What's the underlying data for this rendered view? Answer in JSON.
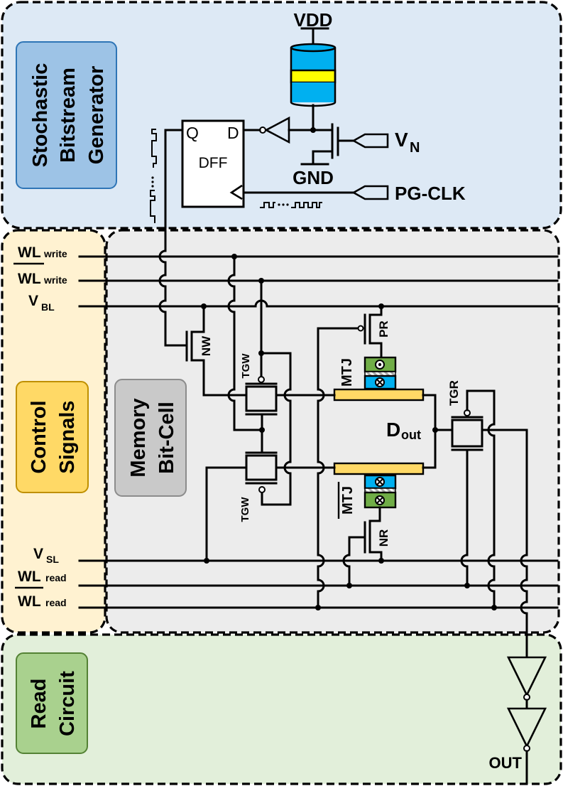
{
  "title": "Stochastic computing memory cell schematic",
  "regions": {
    "generator": {
      "label_lines": [
        "Stochastic",
        "Bitstream",
        "Generator"
      ],
      "bg": "#dde9f5",
      "label_bg": "#9dc3e6",
      "label_border": "#2e75b6"
    },
    "control": {
      "label_lines": [
        "Control",
        "Signals"
      ],
      "bg": "#fff2d1",
      "label_bg": "#ffd966",
      "label_border": "#bf9000"
    },
    "memory": {
      "label_lines": [
        "Memory",
        "Bit-Cell"
      ],
      "bg": "#ececec",
      "label_bg": "#c9c9c9",
      "label_border": "#8c8c8c"
    },
    "read": {
      "label_lines": [
        "Read",
        "Circuit"
      ],
      "bg": "#e2efda",
      "label_bg": "#a9d18e",
      "label_border": "#548235"
    }
  },
  "generator": {
    "vdd": "VDD",
    "gnd": "GND",
    "vn": {
      "main": "V",
      "sub": "N"
    },
    "pgclk": "PG-CLK",
    "dff": {
      "name": "DFF",
      "q": "Q",
      "d": "D"
    },
    "mtj_colors": {
      "layer": "#00b0f0",
      "barrier": "#ffff00"
    }
  },
  "control_signals": [
    {
      "main": "WL",
      "sub": "write",
      "overline": false
    },
    {
      "main": "WL",
      "sub": "write",
      "overline": true
    },
    {
      "main": "V",
      "sub": "BL",
      "overline": false
    },
    {
      "main": "V",
      "sub": "SL",
      "overline": false
    },
    {
      "main": "WL",
      "sub": "read",
      "overline": false
    },
    {
      "main": "WL",
      "sub": "read",
      "overline": true
    }
  ],
  "devices": {
    "nw": "NW",
    "tgw_top": "TGW",
    "tgw_bottom": "TGW",
    "pr": "PR",
    "nr": "NR",
    "tgr": "TGR",
    "mtj_top": "MTJ",
    "mtj_bottom": "MTJ",
    "dout": {
      "main": "D",
      "sub": "out"
    },
    "mtj_colors": {
      "free": "#70ad47",
      "fixed": "#00b0f0",
      "heavy_metal": "#ffd966"
    }
  },
  "read_circuit": {
    "out": "OUT"
  }
}
